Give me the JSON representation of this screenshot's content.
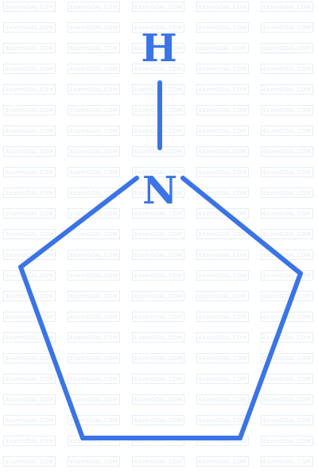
{
  "watermark": {
    "text": "ExamGOAL.COM",
    "color": "#e3ebf6"
  },
  "molecule": {
    "atoms": {
      "hydrogen": "H",
      "nitrogen": "N"
    },
    "color": "#3b74e6"
  }
}
